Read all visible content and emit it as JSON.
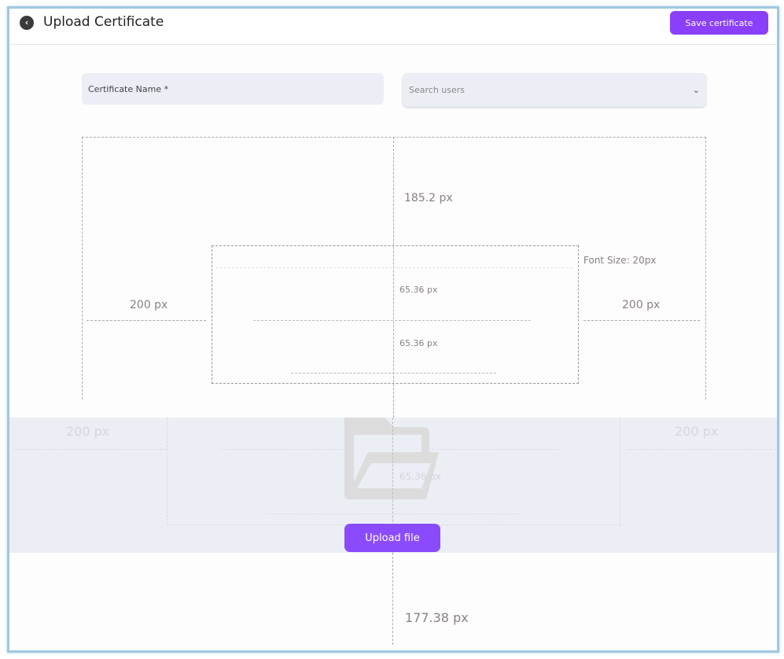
{
  "header": {
    "title": "Upload Certificate",
    "back_icon": "chevron-left-icon",
    "save_label": "Save certificate"
  },
  "form": {
    "certificate_name_label": "Certificate Name *",
    "search_users_placeholder": "Search users"
  },
  "guides": {
    "top_margin": "185.2 px",
    "left_margin": "200 px",
    "right_margin": "200 px",
    "font_size": "Font Size: 20px",
    "line_gap_1": "65.36 px",
    "line_gap_2": "65.36 px",
    "bottom_margin": "177.38 px",
    "faint_line_gap": "65.36 px"
  },
  "upload": {
    "icon": "folder-open-icon",
    "button_label": "Upload file"
  },
  "colors": {
    "accent": "#8a3ffc",
    "field_bg": "#eceef6"
  }
}
